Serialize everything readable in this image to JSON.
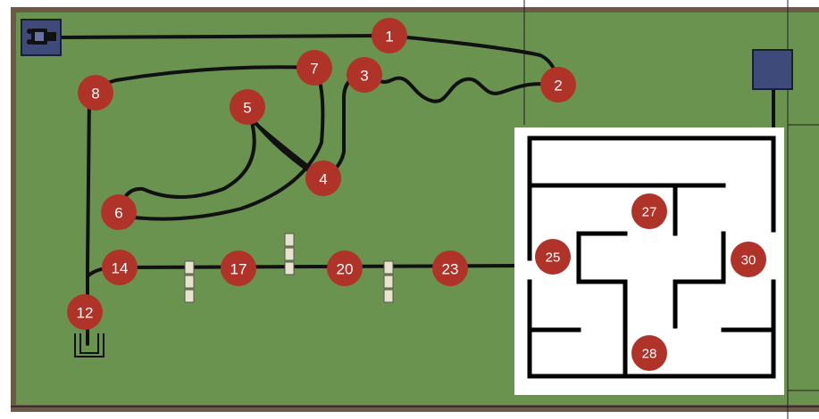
{
  "colors": {
    "field": "#6a9350",
    "frame": "#6b5a4a",
    "track": "#111111",
    "node": "#b0332a",
    "node_text": "#ffffff",
    "maze_bg": "#ffffff",
    "maze_wall": "#000000",
    "start_box": "#3d4a7a",
    "gate": "#e8e3cc"
  },
  "icons": {
    "start": "robot-start-icon",
    "end": "goal-box-icon",
    "bin": "bin-icon"
  },
  "nodes": [
    {
      "id": "n1",
      "label": "1"
    },
    {
      "id": "n2",
      "label": "2"
    },
    {
      "id": "n3",
      "label": "3"
    },
    {
      "id": "n4",
      "label": "4"
    },
    {
      "id": "n5",
      "label": "5"
    },
    {
      "id": "n6",
      "label": "6"
    },
    {
      "id": "n7",
      "label": "7"
    },
    {
      "id": "n8",
      "label": "8"
    },
    {
      "id": "n12",
      "label": "12"
    },
    {
      "id": "n14",
      "label": "14"
    },
    {
      "id": "n17",
      "label": "17"
    },
    {
      "id": "n20",
      "label": "20"
    },
    {
      "id": "n23",
      "label": "23"
    },
    {
      "id": "n25",
      "label": "25"
    },
    {
      "id": "n27",
      "label": "27"
    },
    {
      "id": "n28",
      "label": "28"
    },
    {
      "id": "n30",
      "label": "30"
    }
  ]
}
